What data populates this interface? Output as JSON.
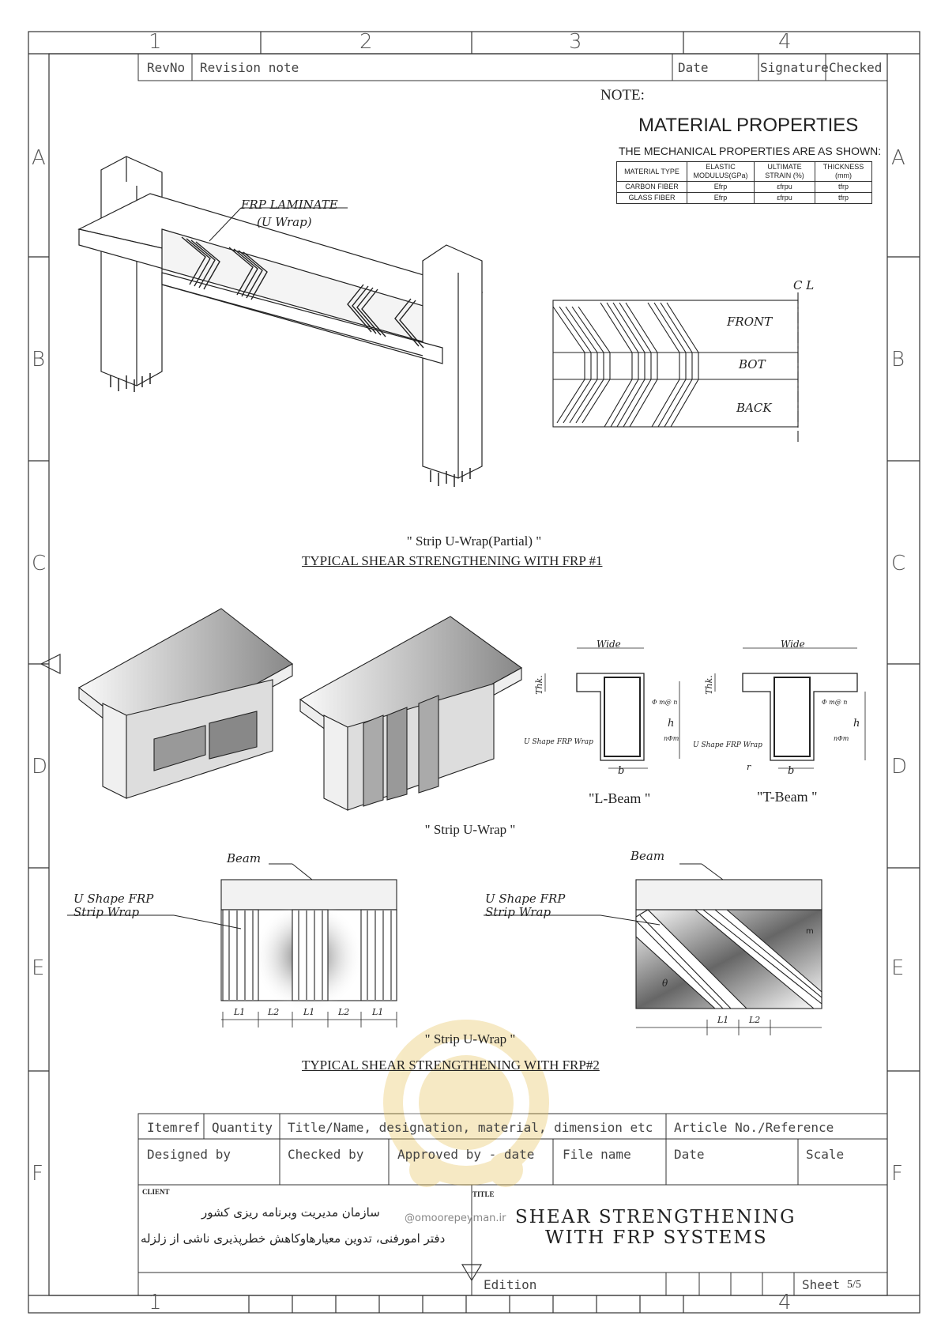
{
  "grid": {
    "columns": [
      "1",
      "2",
      "3",
      "4"
    ],
    "rows": [
      "A",
      "B",
      "C",
      "D",
      "E",
      "F"
    ]
  },
  "revision_header": {
    "rev_no": "RevNo",
    "revision_note": "Revision note",
    "date": "Date",
    "signature": "Signature",
    "checked": "Checked"
  },
  "note": {
    "label": "NOTE:",
    "title": "MATERIAL PROPERTIES",
    "subtitle": "THE MECHANICAL PROPERTIES ARE AS SHOWN:",
    "table": {
      "headers": [
        "MATERIAL TYPE",
        "ELASTIC MODULUS(GPa)",
        "ULTIMATE STRAIN (%)",
        "THICKNESS (mm)"
      ],
      "rows": [
        [
          "CARBON FIBER",
          "Efrp",
          "εfrpu",
          "tfrp"
        ],
        [
          "GLASS FIBER",
          "Efrp",
          "εfrpu",
          "tfrp"
        ]
      ]
    }
  },
  "figure1": {
    "laminate_label": "FRP LAMINATE",
    "laminate_sub": "(U Wrap)",
    "centerline": "C L",
    "front": "FRONT",
    "bot": "BOT",
    "back": "BACK",
    "caption": "\" Strip U-Wrap(Partial) \"",
    "title": "TYPICAL SHEAR STRENGTHENING WITH FRP #1"
  },
  "figure2": {
    "wide": "Wide",
    "thk": "Thk.",
    "h": "h",
    "b": "b",
    "bar1": "Φ m@ n",
    "bar2": "nΦm",
    "u_shape": "U Shape FRP Wrap",
    "r": "r",
    "l_beam": "\"L-Beam \"",
    "t_beam": "\"T-Beam \"",
    "caption": "\" Strip U-Wrap \""
  },
  "figure3": {
    "beam": "Beam",
    "u_shape_line1": "U Shape FRP",
    "u_shape_line2": "Strip Wrap",
    "l1": "L1",
    "l2": "L2",
    "theta": "θ",
    "m": "m",
    "caption": "\" Strip U-Wrap \"",
    "title": "TYPICAL SHEAR STRENGTHENING WITH FRP#2"
  },
  "title_block": {
    "itemref": "Itemref",
    "quantity": "Quantity",
    "title_name": "Title/Name, designation, material, dimension etc",
    "article": "Article No./Reference",
    "designed_by": "Designed by",
    "checked_by": "Checked by",
    "approved_by": "Approved by - date",
    "file_name": "File name",
    "date": "Date",
    "scale": "Scale",
    "client_label": "CLIENT",
    "client_line1": "سازمان مدیریت وبرنامه ریزی کشور",
    "client_line2": "دفتر امورفنی، تدوین معیارهاوکاهش خطرپذیری ناشی از زلزله",
    "title_label": "TITLE",
    "title_line1": "SHEAR STRENGTHENING",
    "title_line2": "WITH FRP SYSTEMS",
    "watermark": "@omoorepeyman.ir",
    "edition": "Edition",
    "sheet_label": "Sheet",
    "sheet_value": "5/5"
  }
}
